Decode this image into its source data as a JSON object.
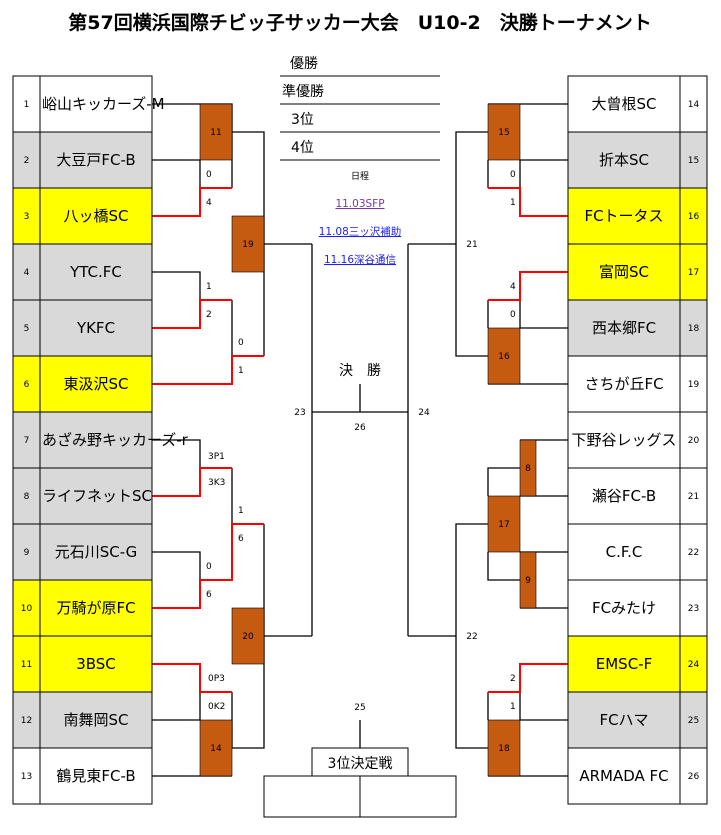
{
  "title": "第57回横浜国際チビッ子サッカー大会　U10-2　決勝トーナメント",
  "results": {
    "champion": "優勝",
    "runner_up": "準優勝",
    "third": "3位",
    "fourth": "4位"
  },
  "schedule": {
    "label": "日程",
    "links": [
      {
        "text": "11.03SFP",
        "color": "#7a3aa0"
      },
      {
        "text": "11.08三ッ沢補助",
        "color": "#2222ee"
      },
      {
        "text": "11.16深谷通信",
        "color": "#2222ee"
      }
    ]
  },
  "colors": {
    "winner": "#ffff00",
    "eliminated": "#d9d9d9",
    "pending": "#ffffff",
    "match_box": "#c55a11",
    "win_line": "#ff0000"
  },
  "teams": [
    {
      "no": "1",
      "name": "峪山キッカーズ-M",
      "fill": "#ffffff"
    },
    {
      "no": "2",
      "name": "大豆戸FC-B",
      "fill": "#d9d9d9"
    },
    {
      "no": "3",
      "name": "八ッ橋SC",
      "fill": "#ffff00"
    },
    {
      "no": "4",
      "name": "YTC.FC",
      "fill": "#d9d9d9"
    },
    {
      "no": "5",
      "name": "YKFC",
      "fill": "#d9d9d9"
    },
    {
      "no": "6",
      "name": "東汲沢SC",
      "fill": "#ffff00"
    },
    {
      "no": "7",
      "name": "あざみ野キッカーズ-r",
      "fill": "#d9d9d9"
    },
    {
      "no": "8",
      "name": "ライフネットSC",
      "fill": "#d9d9d9"
    },
    {
      "no": "9",
      "name": "元石川SC-G",
      "fill": "#d9d9d9"
    },
    {
      "no": "10",
      "name": "万騎が原FC",
      "fill": "#ffff00"
    },
    {
      "no": "11",
      "name": "3BSC",
      "fill": "#ffff00"
    },
    {
      "no": "12",
      "name": "南舞岡SC",
      "fill": "#d9d9d9"
    },
    {
      "no": "13",
      "name": "鶴見東FC-B",
      "fill": "#ffffff"
    },
    {
      "no": "14",
      "name": "大曾根SC",
      "fill": "#ffffff"
    },
    {
      "no": "15",
      "name": "折本SC",
      "fill": "#d9d9d9"
    },
    {
      "no": "16",
      "name": "FCトータス",
      "fill": "#ffff00"
    },
    {
      "no": "17",
      "name": "富岡SC",
      "fill": "#ffff00"
    },
    {
      "no": "18",
      "name": "西本郷FC",
      "fill": "#d9d9d9"
    },
    {
      "no": "19",
      "name": "さちが丘FC",
      "fill": "#ffffff"
    },
    {
      "no": "20",
      "name": "下野谷レッグス",
      "fill": "#ffffff"
    },
    {
      "no": "21",
      "name": "瀬谷FC-B",
      "fill": "#ffffff"
    },
    {
      "no": "22",
      "name": "C.F.C",
      "fill": "#ffffff"
    },
    {
      "no": "23",
      "name": "FCみたけ",
      "fill": "#ffffff"
    },
    {
      "no": "24",
      "name": "EMSC-F",
      "fill": "#ffff00"
    },
    {
      "no": "25",
      "name": "FCハマ",
      "fill": "#d9d9d9"
    },
    {
      "no": "26",
      "name": "ARMADA FC",
      "fill": "#ffffff"
    }
  ],
  "match_numbers": [
    "11",
    "19",
    "20",
    "14",
    "15",
    "16",
    "8",
    "17",
    "9",
    "18"
  ],
  "bracket_labels": [
    "23",
    "24",
    "21",
    "22",
    "26",
    "25"
  ],
  "scores": [
    "0",
    "4",
    "1",
    "2",
    "0",
    "1",
    "3P1",
    "3K3",
    "1",
    "6",
    "0",
    "6",
    "0P3",
    "0K2",
    "0",
    "1",
    "4",
    "0",
    "2",
    "1"
  ],
  "final": {
    "label": "決　勝",
    "third_place_label": "3位決定戦"
  }
}
